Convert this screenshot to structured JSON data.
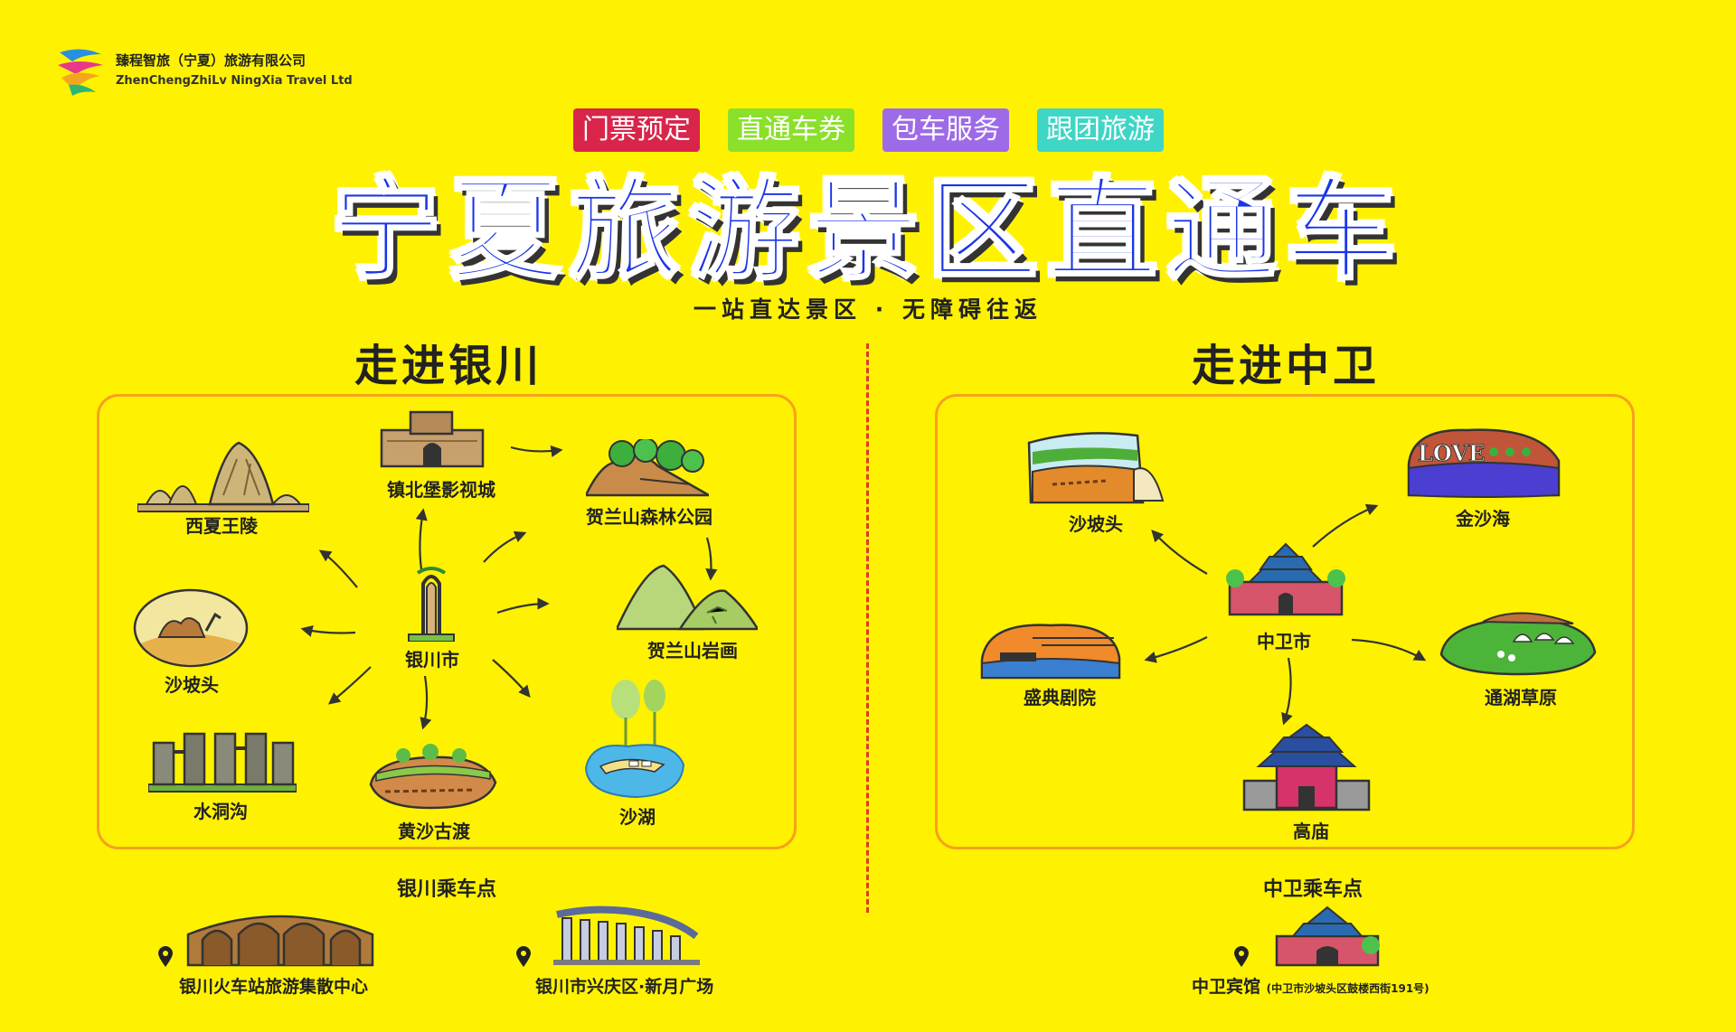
{
  "logo": {
    "name_cn": "臻程智旅（宁夏）旅游有限公司",
    "name_en": "ZhenChengZhiLv NingXia Travel Ltd"
  },
  "tags": [
    {
      "label": "门票预定",
      "color": "#D9254A"
    },
    {
      "label": "直通车券",
      "color": "#8BE02A"
    },
    {
      "label": "包车服务",
      "color": "#9D6BE8"
    },
    {
      "label": "跟团旅游",
      "color": "#3FD6C6"
    }
  ],
  "headline": "宁夏旅游景区直通车",
  "subhead": "一站直达景区 · 无障碍往返",
  "yinchuan": {
    "title": "走进银川",
    "center": "银川市",
    "spots": {
      "xixia": "西夏王陵",
      "zhenbeibao": "镇北堡影视城",
      "helan_forest": "贺兰山森林公园",
      "helan_rock": "贺兰山岩画",
      "shahu": "沙湖",
      "huangsha": "黄沙古渡",
      "shuidong": "水洞沟",
      "shapotou": "沙坡头"
    },
    "pickup_title": "银川乘车点",
    "pickups": [
      "银川火车站旅游集散中心",
      "银川市兴庆区·新月广场"
    ]
  },
  "zhongwei": {
    "title": "走进中卫",
    "center": "中卫市",
    "spots": {
      "shapotou": "沙坡头",
      "jinshahai": "金沙海",
      "tonghu": "通湖草原",
      "gaomiao": "高庙",
      "shengdian": "盛典剧院"
    },
    "love_sign": "LOVE",
    "pickup_title": "中卫乘车点",
    "pickup": {
      "name": "中卫宾馆",
      "address": "(中卫市沙坡头区鼓楼西街191号)"
    }
  },
  "colors": {
    "background": "#FFF200",
    "headline": "#1A35E8",
    "panel_border": "#F6A11F",
    "divider": "#E23A1F"
  }
}
